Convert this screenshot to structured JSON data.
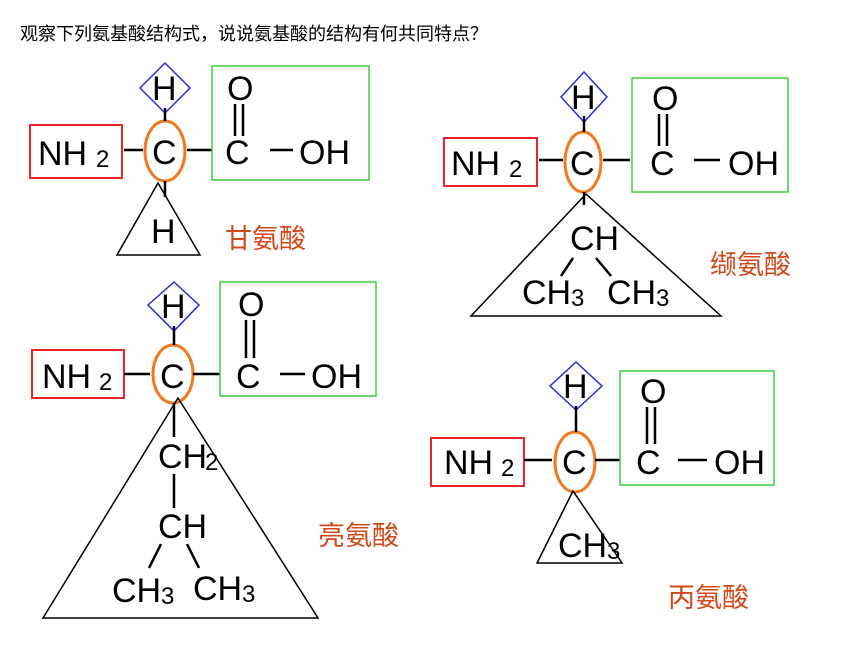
{
  "question": "观察下列氨基酸结构式，说说氨基酸的结构有何共同特点？",
  "colors": {
    "amino_box": "#e8262a",
    "carboxyl_box": "#3ad13a",
    "hydrogen_diamond": "#2b2bd9",
    "alpha_carbon_ellipse": "#f07a1e",
    "amino_acid_name": "#d1481a",
    "bond": "#000000"
  },
  "atoms": {
    "N": "NH",
    "two": "2",
    "C": "C",
    "H": "H",
    "O": "O",
    "OH": "OH",
    "CH": "CH",
    "CH3_C": "CH",
    "three": "3"
  },
  "amino_acids": [
    {
      "name": "甘氨酸",
      "r_group": "H"
    },
    {
      "name": "缬氨酸",
      "r_group": "CH(CH3)2"
    },
    {
      "name": "亮氨酸",
      "r_group": "CH2-CH(CH3)2"
    },
    {
      "name": "丙氨酸",
      "r_group": "CH3"
    }
  ]
}
